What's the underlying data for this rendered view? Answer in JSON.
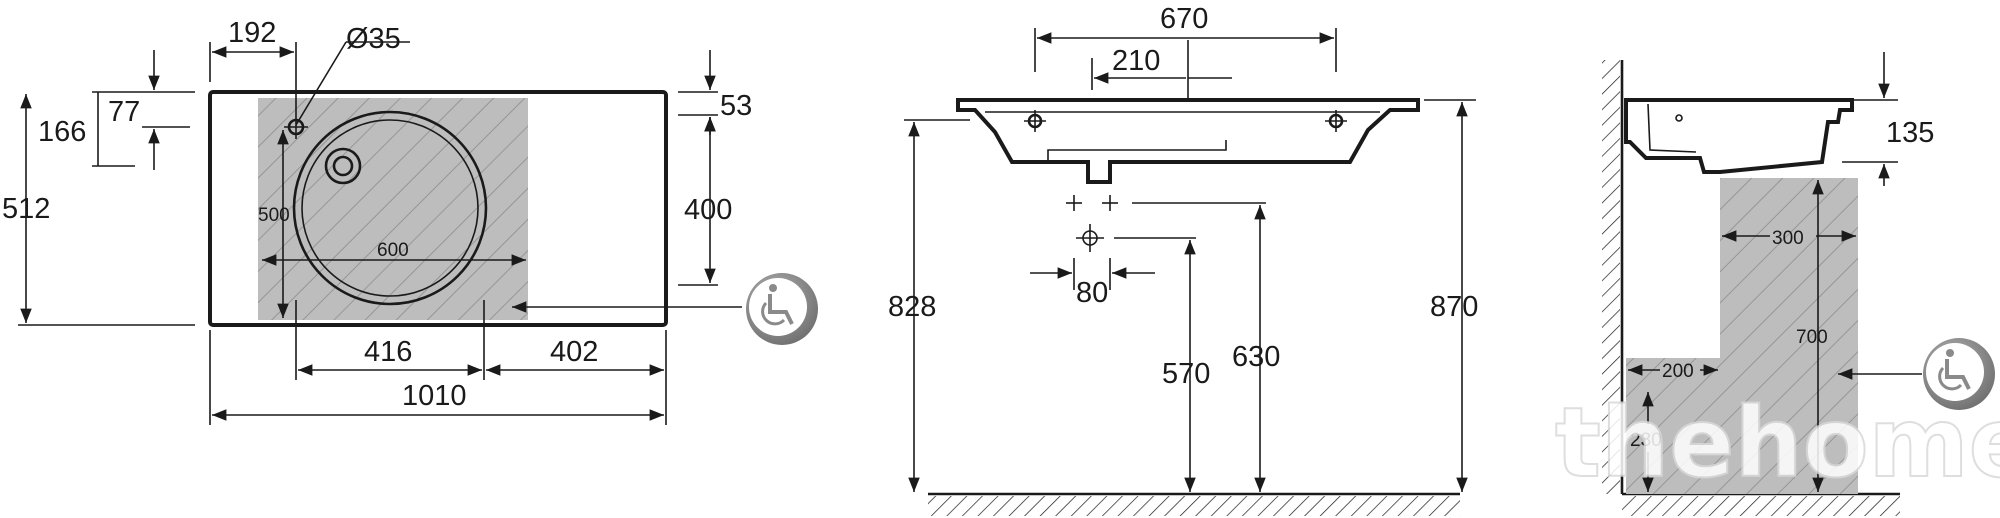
{
  "top_view": {
    "dim_192": "192",
    "dim_hole": "Ø35",
    "dim_166": "166",
    "dim_77": "77",
    "dim_512": "512",
    "dim_500": "500",
    "dim_600": "600",
    "dim_53": "53",
    "dim_400": "400",
    "dim_416": "416",
    "dim_402": "402",
    "dim_1010": "1010"
  },
  "front_view": {
    "dim_670": "670",
    "dim_210": "210",
    "dim_80": "80",
    "dim_828": "828",
    "dim_570": "570",
    "dim_630": "630",
    "dim_870": "870"
  },
  "side_view": {
    "dim_135": "135",
    "dim_300": "300",
    "dim_700": "700",
    "dim_200": "200",
    "dim_230": "230"
  },
  "watermark": "thehome",
  "icons": [
    "wheelchair-accessibility-icon"
  ],
  "colors": {
    "line": "#1a1a1a",
    "clearance_zone": "#bdbdbd",
    "badge": "#8a8a8a"
  }
}
